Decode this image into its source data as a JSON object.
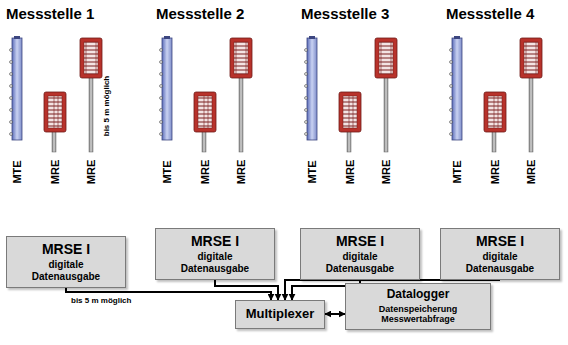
{
  "diagram": {
    "nodes": [
      {
        "text": [
          "MRSE I",
          "digitale Datenausgabe"
        ]
      },
      {
        "text": [
          "MRSE I",
          "digitale Datenausgabe"
        ]
      },
      {
        "text": [
          "MRSE I",
          "digitale Datenausgabe"
        ]
      },
      {
        "text": [
          "MRSE I",
          "digitale Datenausgabe"
        ]
      },
      {
        "text": [
          "Multiplexer"
        ]
      },
      {
        "text": [
          "Datalogger",
          "Datenspeicherung Messwertabfrage"
        ]
      }
    ],
    "edges": [
      {
        "from": 0,
        "to": 4,
        "arrow": "to",
        "label": "bis 5 m möglich"
      },
      {
        "from": 1,
        "to": 4,
        "arrow": "to"
      },
      {
        "from": 2,
        "to": 4,
        "arrow": "to"
      },
      {
        "from": 3,
        "to": 4,
        "arrow": "to"
      },
      {
        "from": 4,
        "to": 5,
        "arrow": "both"
      }
    ],
    "labels": [
      "Messstelle 1",
      "MTE",
      "MRE",
      "MRE",
      "bis 5 m möglich",
      "Messstelle 2",
      "MTE",
      "MRE",
      "MRE",
      "Messstelle 3",
      "MTE",
      "MRE",
      "MRE",
      "Messstelle 4",
      "MTE",
      "MRE",
      "MRE"
    ]
  }
}
